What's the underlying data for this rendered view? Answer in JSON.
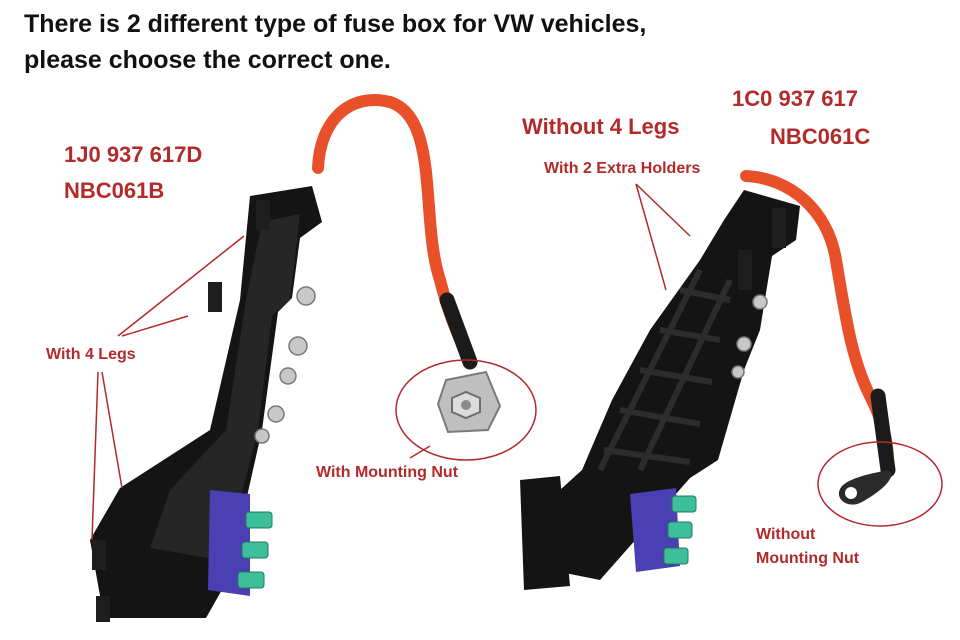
{
  "heading": {
    "line1": "There is 2 different type of fuse box for VW vehicles,",
    "line2": "please choose the correct one."
  },
  "left_box": {
    "part_number": "1J0 937 617D",
    "code": "NBC061B",
    "legs_label": "With 4 Legs",
    "nut_label": "With Mounting Nut"
  },
  "right_box": {
    "part_number": "1C0 937 617",
    "code": "NBC061C",
    "legs_label": "Without 4 Legs",
    "holders_label": "With 2 Extra Holders",
    "nut_label_line1": "Without",
    "nut_label_line2": "Mounting Nut"
  },
  "colors": {
    "label_red": "#b22a2a",
    "cable_red": "#e8502a",
    "fuse_green": "#3cbf9a",
    "connector_blue": "#4a3fb3",
    "housing_black": "#141414"
  }
}
